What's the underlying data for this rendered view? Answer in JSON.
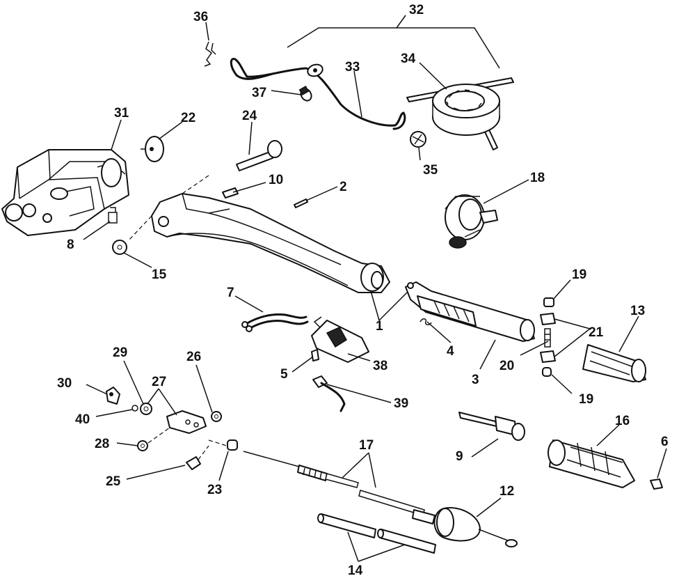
{
  "callouts": {
    "c1": "1",
    "c2": "2",
    "c3": "3",
    "c4": "4",
    "c5": "5",
    "c6": "6",
    "c7": "7",
    "c8": "8",
    "c9": "9",
    "c10": "10",
    "c12": "12",
    "c13": "13",
    "c14": "14",
    "c15": "15",
    "c16": "16",
    "c17": "17",
    "c18": "18",
    "c19a": "19",
    "c19b": "19",
    "c20": "20",
    "c21": "21",
    "c22": "22",
    "c23": "23",
    "c24": "24",
    "c25": "25",
    "c26": "26",
    "c27": "27",
    "c28": "28",
    "c29": "29",
    "c30": "30",
    "c31": "31",
    "c32": "32",
    "c33": "33",
    "c34": "34",
    "c35": "35",
    "c36": "36",
    "c37": "37",
    "c38": "38",
    "c39": "39",
    "c40": "40"
  }
}
